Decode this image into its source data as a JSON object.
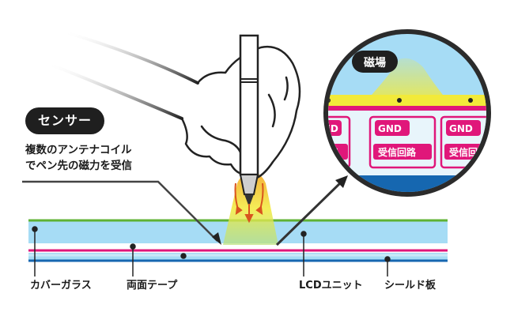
{
  "sensor": {
    "title": "センサー",
    "desc_line1": "複数のアンテナコイル",
    "desc_line2": "でペン先の磁力を受信"
  },
  "zoom": {
    "magnetic_field": "磁場",
    "circuits": [
      {
        "gnd": "GND",
        "rx": "受信回路"
      },
      {
        "gnd": "GND",
        "rx": "受信回路"
      },
      {
        "gnd": "GND",
        "rx": "受信回路"
      }
    ]
  },
  "layers": {
    "cover_glass": "カバーガラス",
    "double_tape": "両面テープ",
    "lcd_unit": "LCDユニット",
    "shield_plate": "シールド板"
  },
  "colors": {
    "glass": "#a6dcf5",
    "green_line": "#5fb233",
    "magenta_line": "#e0177a",
    "blue_line": "#1667b0",
    "field_yellow": "#f2ea3a",
    "field_orange": "#f28a1e"
  }
}
